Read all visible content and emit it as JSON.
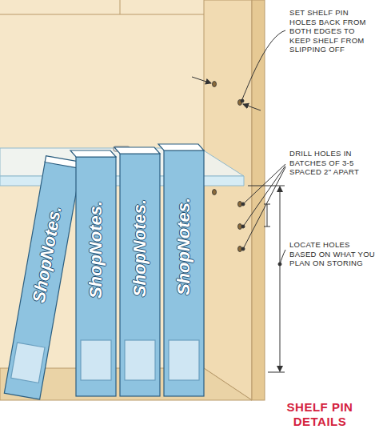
{
  "diagram": {
    "title": "SHELF PIN DETAILS",
    "labels": [
      "SET SHELF PIN HOLES BACK FROM BOTH EDGES TO KEEP SHELF FROM SLIPPING OFF",
      "DRILL HOLES IN BATCHES OF 3-5 SPACED 2\" APART",
      "LOCATE HOLES BASED ON WHAT YOU PLAN ON STORING",
      "ShopNotes.",
      "ShopNotes.",
      "ShopNotes.",
      "ShopNotes."
    ]
  }
}
